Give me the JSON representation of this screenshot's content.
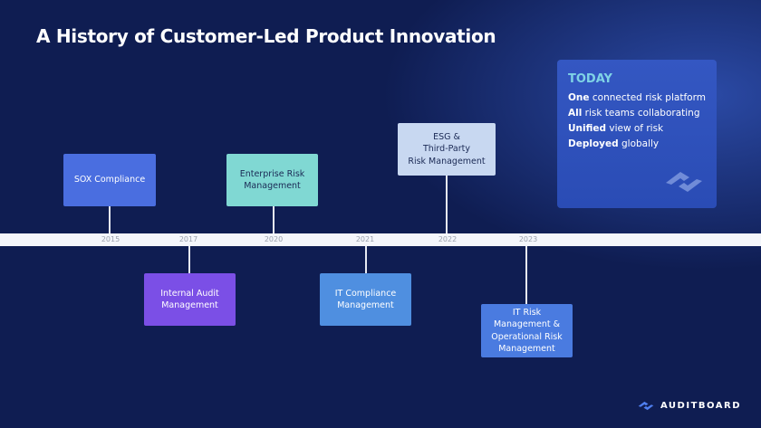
{
  "title": "A History of Customer-Led Product Innovation",
  "milestones": [
    {
      "year": "2015",
      "label": "SOX Compliance",
      "color": "#4a6ee0",
      "text_color": "#ffffff"
    },
    {
      "year": "2017",
      "label": "Internal Audit\nManagement",
      "color": "#7b4fe6",
      "text_color": "#ffffff"
    },
    {
      "year": "2020",
      "label": "Enterprise Risk\nManagement",
      "color": "#80d8d3",
      "text_color": "#1b2a55"
    },
    {
      "year": "2021",
      "label": "IT Compliance\nManagement",
      "color": "#4f8fe0",
      "text_color": "#ffffff"
    },
    {
      "year": "2022",
      "label": "ESG &\nThird-Party\nRisk Management",
      "color": "#c8d8f1",
      "text_color": "#1b2a55"
    },
    {
      "year": "2023",
      "label": "IT Risk\nManagement &\nOperational Risk\nManagement",
      "color": "#4a7be0",
      "text_color": "#ffffff"
    }
  ],
  "today": {
    "heading": "TODAY",
    "items": [
      {
        "bold": "One",
        "rest": " connected risk platform"
      },
      {
        "bold": "All",
        "rest": " risk teams collaborating"
      },
      {
        "bold": "Unified",
        "rest": " view of risk"
      },
      {
        "bold": "Deployed",
        "rest": " globally"
      }
    ]
  },
  "brand": "AUDITBOARD"
}
